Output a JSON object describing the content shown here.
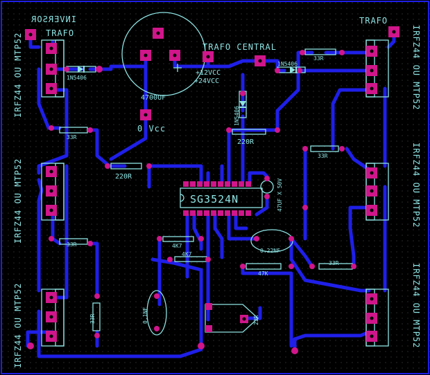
{
  "board": {
    "title_mirrored": "INVERSOR",
    "trafo_left": "TRAFO",
    "trafo_right": "TRAFO",
    "trafo_central": "TRAFO CENTRAL",
    "cap_big": "4700UF",
    "v12": "+12VCC",
    "v24": "+24VCC",
    "v0": "0 Vcc",
    "diode_left": "1N5406",
    "diode_right": "1N5406",
    "diode_center": "1N5406",
    "ic": "SG3524N",
    "cap_47uf": "47UF X 50V",
    "cap_022": "0.22NF",
    "cap_01": "0.1NF",
    "r_220_a": "220R",
    "r_220_b": "220R",
    "r_33_1": "33R",
    "r_33_2": "33R",
    "r_33_3": "33R",
    "r_33_4": "33R",
    "r_33_5": "33R",
    "r_33_6": "33R",
    "r_4k7_a": "4K7",
    "r_4k7_b": "4K7",
    "r_47k": "47K",
    "pot_22r": "22R",
    "mosfet_label": "IRFZ44 OU MTP52"
  },
  "colors": {
    "background": "#000000",
    "trace": "#1f1fe8",
    "silkscreen": "#8fe3e3",
    "pad": "#d0168a",
    "hole": "#000000",
    "grid_dot": "#2a2a2a"
  }
}
